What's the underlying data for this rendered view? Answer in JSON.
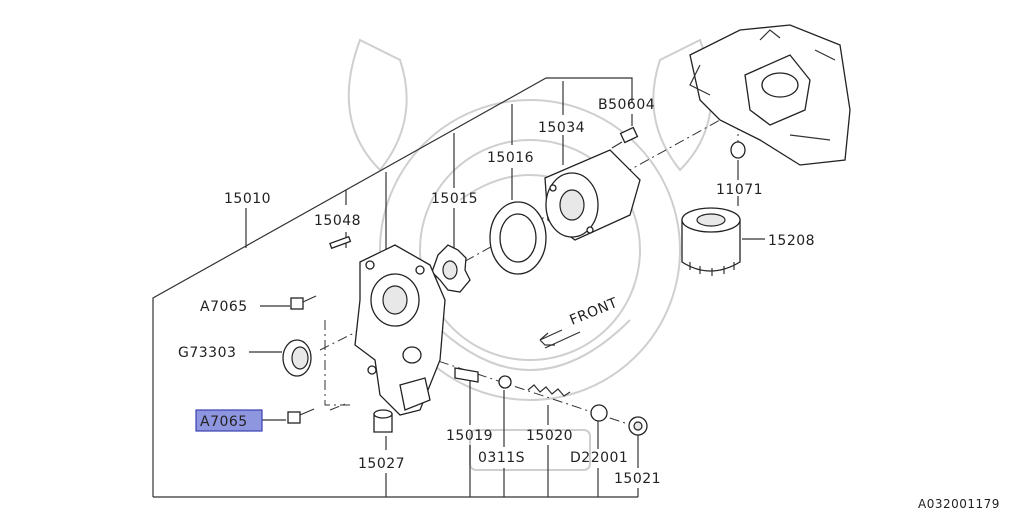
{
  "diagram": {
    "code": "A032001179",
    "front_label": "FRONT",
    "callouts": {
      "p15010": "15010",
      "p15048": "15048",
      "p15015": "15015",
      "p15016": "15016",
      "p15034": "15034",
      "pB50604": "B50604",
      "p11071": "11071",
      "p15208": "15208",
      "pA7065_top": "A7065",
      "pG73303": "G73303",
      "pA7065_bottom": "A7065",
      "p15027": "15027",
      "p15019": "15019",
      "p0311S": "0311S",
      "p15020": "15020",
      "pD22001": "D22001",
      "p15021": "15021"
    },
    "highlight_color": "#8f96e0"
  }
}
